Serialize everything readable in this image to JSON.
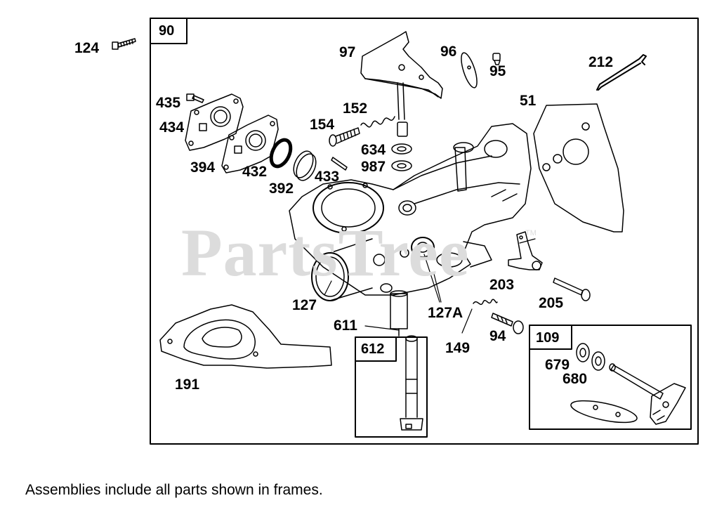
{
  "watermark": {
    "text": "PartsTree",
    "tm": "TM"
  },
  "frames": {
    "main": "90",
    "sub_612": "612",
    "sub_109": "109"
  },
  "parts": {
    "p124": "124",
    "p97": "97",
    "p96": "96",
    "p95": "95",
    "p212": "212",
    "p435": "435",
    "p434": "434",
    "p51": "51",
    "p152": "152",
    "p154": "154",
    "p634": "634",
    "p987": "987",
    "p394": "394",
    "p432": "432",
    "p392": "392",
    "p433": "433",
    "p203": "203",
    "p205": "205",
    "p127": "127",
    "p127a": "127A",
    "p611": "611",
    "p149": "149",
    "p94": "94",
    "p679": "679",
    "p680": "680",
    "p191": "191"
  },
  "footer": "Assemblies include all parts shown in frames."
}
